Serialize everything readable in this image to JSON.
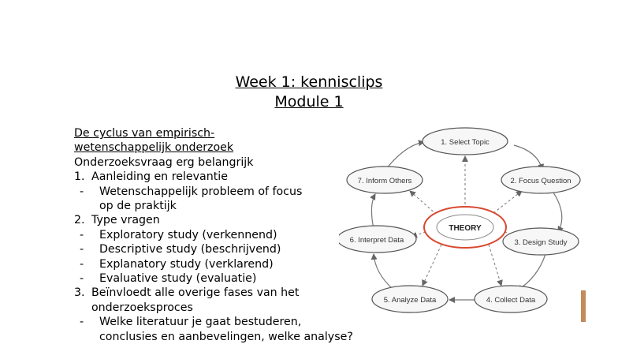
{
  "slide": {
    "title_line1": "Week 1: kennisclips ",
    "title_line2": "Module 1"
  },
  "content": {
    "heading_line1": "De cyclus van empirisch-",
    "heading_line2": "wetenschappelijk onderzoek",
    "intro": "Onderzoeksvraag erg belangrijk",
    "item1_num": "1.",
    "item1_text": "Aanleiding en relevantie",
    "item1_sub1_line1": "Wetenschappelijk probleem of focus",
    "item1_sub1_line2": "op de praktijk",
    "item2_num": "2.",
    "item2_text": "Type vragen",
    "item2_sub1": "Exploratory study (verkennend)",
    "item2_sub2": "Descriptive study (beschrijvend)",
    "item2_sub3": "Explanatory study (verklarend)",
    "item2_sub4": "Evaluative study (evaluatie)",
    "item3_num": "3.",
    "item3_line1": "Beïnvloedt alle overige fases van het",
    "item3_line2": "onderzoeksproces",
    "item3_sub1_line1": "Welke literatuur je gaat bestuderen,",
    "item3_sub1_line2": "conclusies en aanbevelingen, welke analyse?",
    "dash": "-"
  },
  "diagram": {
    "center": "THEORY",
    "nodes": {
      "select_topic": "1. Select Topic",
      "focus_question": "2. Focus Question",
      "design_study": "3. Design Study",
      "collect_data": "4. Collect Data",
      "analyze_data": "5. Analyze Data",
      "interpret_data": "6. Interpret Data",
      "inform_others": "7. Inform Others"
    },
    "colors": {
      "center_ring": "#d9492f",
      "node_fill": "#f7f7f7",
      "node_stroke": "#555555",
      "arrow": "#666666"
    }
  }
}
